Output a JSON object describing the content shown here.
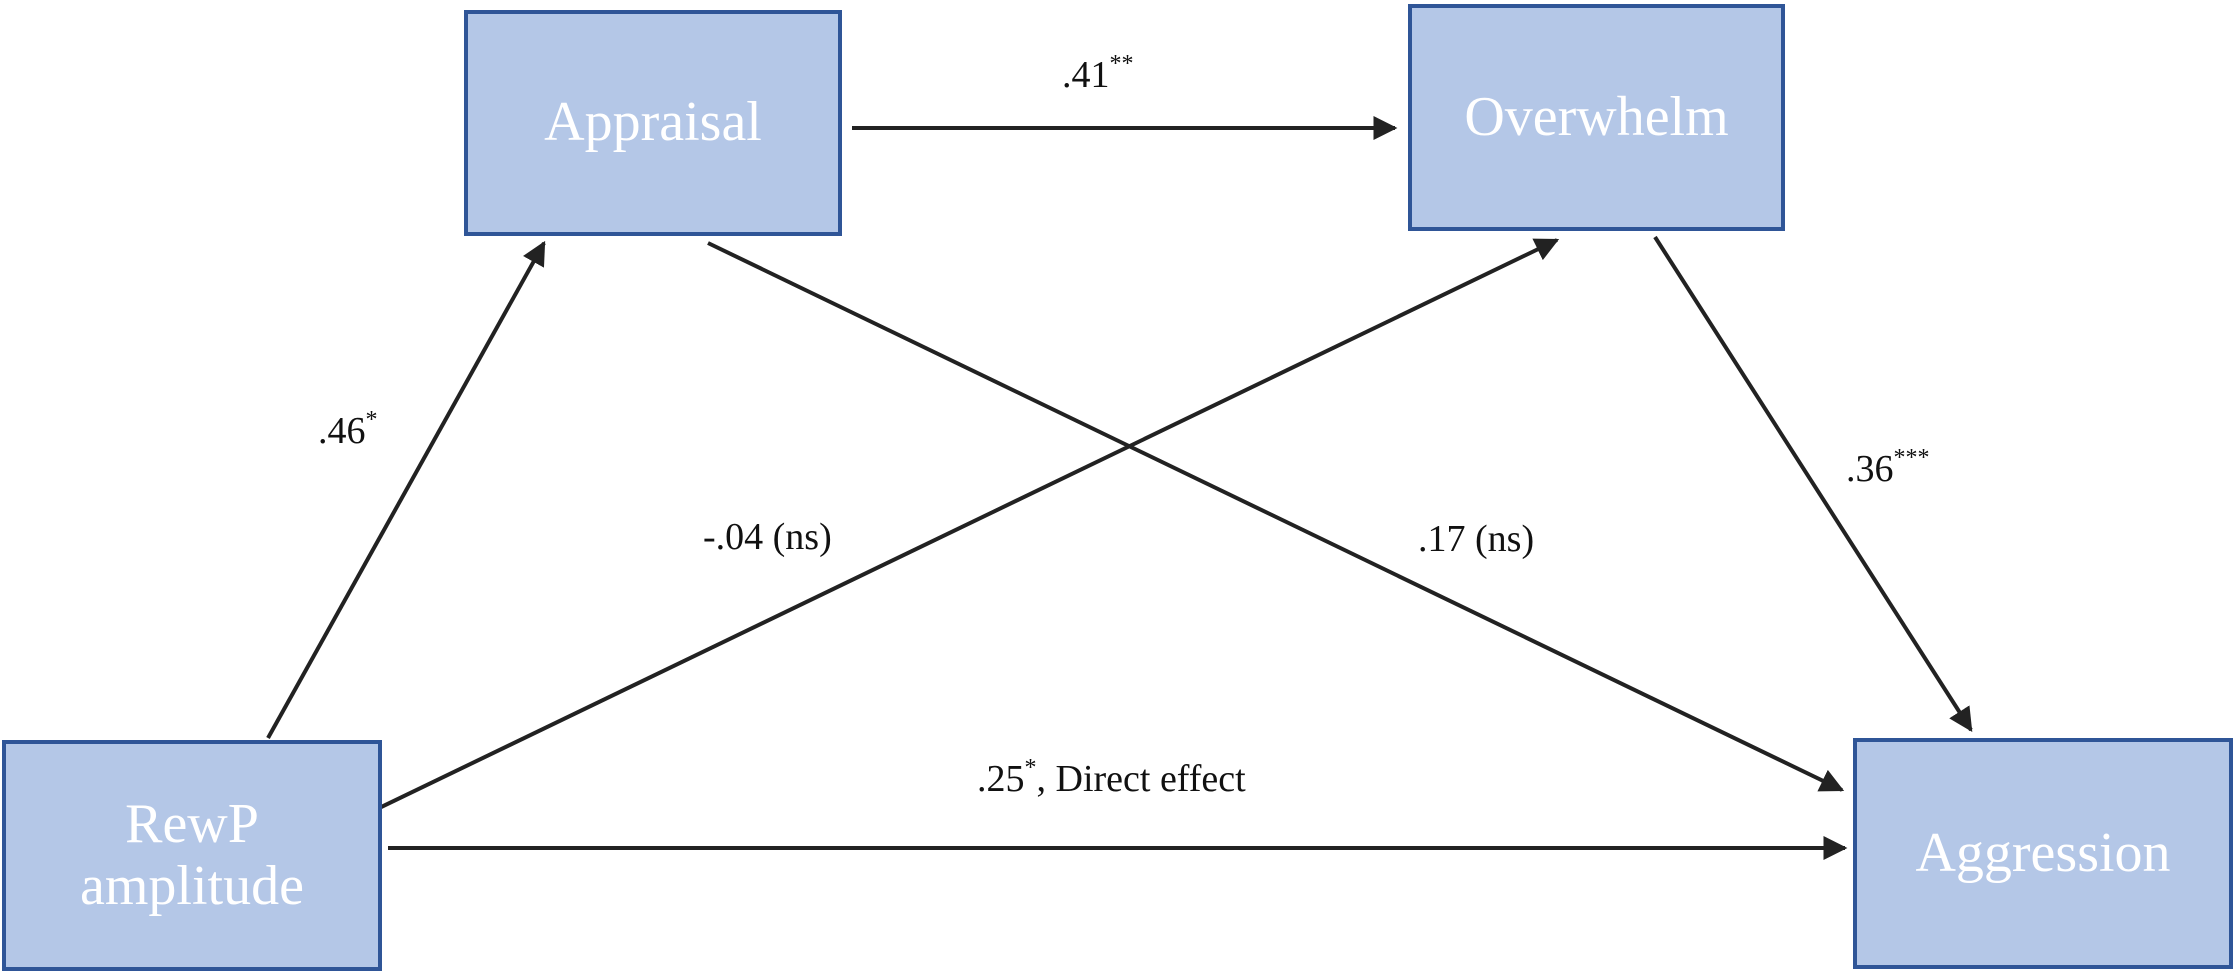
{
  "nodes": {
    "appraisal": "Appraisal",
    "overwhelm": "Overwhelm",
    "rewp": "RewP\namplitude",
    "aggression": "Aggression"
  },
  "edges": {
    "appraisal_overwhelm": {
      "value": ".41",
      "sig": "**",
      "suffix": ""
    },
    "rewp_appraisal": {
      "value": ".46",
      "sig": "*",
      "suffix": ""
    },
    "rewp_overwhelm": {
      "value": "-.04 (ns)",
      "sig": "",
      "suffix": ""
    },
    "appraisal_aggression": {
      "value": ".17 (ns)",
      "sig": "",
      "suffix": ""
    },
    "overwhelm_aggression": {
      "value": ".36",
      "sig": "***",
      "suffix": ""
    },
    "rewp_aggression": {
      "value": ".25",
      "sig": "*",
      "suffix": ", Direct effect"
    }
  },
  "colors": {
    "node_fill": "#b4c7e7",
    "node_border": "#2f5597",
    "node_text": "#ffffff",
    "arrow": "#222222"
  }
}
